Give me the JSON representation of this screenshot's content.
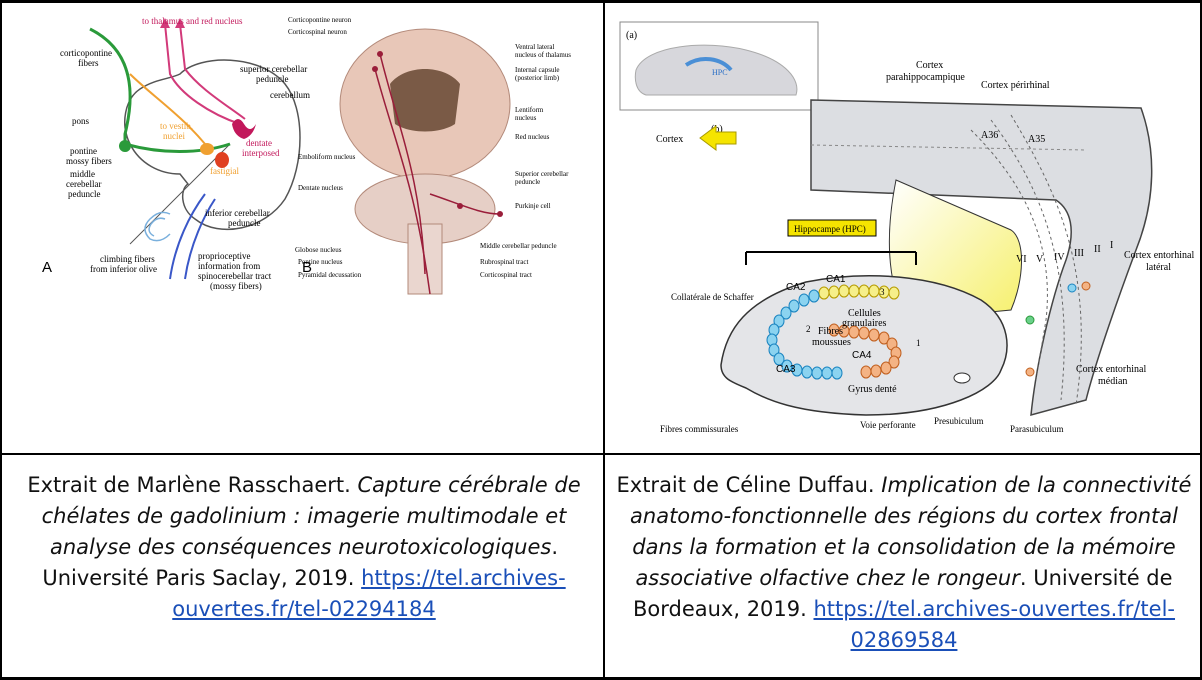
{
  "left_figure": {
    "panel_a": {
      "letter": "A",
      "labels": {
        "corticopontine": "corticopontine\nfibers",
        "to_thalamus": "to thalamus and red nucleus",
        "sup_cereb_ped": "superior cerebellar\npeduncle",
        "cerebellum": "cerebellum",
        "pons": "pons",
        "to_vestib": "to vestib.\nnuclei",
        "dentate": "dentate",
        "interposed": "interposed",
        "pontine_mossy": "pontine\nmossy fibers",
        "fastigial": "fastigial",
        "middle_ped": "middle\ncerebellar\npeduncle",
        "inferior_ped": "inferior cerebellar\npeduncle",
        "climbing": "climbing fibers\nfrom inferior olive",
        "proprioceptive": "proprioceptive\ninformation from\nspinocerebellar tract\n(mossy fibers)"
      }
    },
    "panel_b": {
      "letter": "B",
      "labels": {
        "corticopontine_neuron": "Corticopontine neuron",
        "corticospinal_neuron": "Corticospinal neuron",
        "ventral_lateral": "Ventral lateral\nnucleus of thalamus",
        "internal_capsule": "Internal capsule\n(posterior limb)",
        "lentiform": "Lentiform\nnucleus",
        "red_nucleus": "Red nucleus",
        "emboliform": "Emboliform nucleus",
        "superior_ped": "Superior cerebellar\npeduncle",
        "dentate_nucleus": "Dentate nucleus",
        "purkinje": "Purkinje cell",
        "globose": "Globose nucleus",
        "middle_ped": "Middle cerebellar peduncle",
        "pontine_nucleus": "Pontine nucleus",
        "rubrospinal": "Rubrospinal tract",
        "pyramidal": "Pyramidal decussation",
        "corticospinal_tract": "Corticospinal tract"
      }
    }
  },
  "right_figure": {
    "inset_label": "(a)",
    "inset_hpc": "HPC",
    "panel_label": "(b)",
    "labels": {
      "cortex": "Cortex",
      "parahippo": "Cortex\nparahippocampique",
      "perirhinal": "Cortex périrhinal",
      "a36": "A36",
      "a35": "A35",
      "hippocampe": "Hippocampe (HPC)",
      "ca1": "CA1",
      "ca2": "CA2",
      "ca3": "CA3",
      "ca4": "CA4",
      "schaffer": "Collatérale de Schaffer",
      "cellules": "Cellules\ngranulaires",
      "fibres_moussues": "Fibres\nmoussues",
      "gyrus": "Gyrus denté",
      "fibres_comm": "Fibres commissurales",
      "voie_perf": "Voie perforante",
      "presubiculum": "Presubiculum",
      "parasubiculum": "Parasubiculum",
      "ent_lateral": "Cortex entorhinal\nlatéral",
      "ent_median": "Cortex entorhinal\nmédian",
      "layers": [
        "VI",
        "V",
        "IV",
        "III",
        "II",
        "I"
      ],
      "num1": "1",
      "num2": "2",
      "num3": "3"
    }
  },
  "captions": {
    "left": {
      "prefix": "Extrait de Marlène Rasschaert. ",
      "title": "Capture cérébrale de chélates de gadolinium : imagerie multimodale et analyse des conséquences neurotoxicologiques",
      "suffix": ". Université Paris Saclay, 2019. ",
      "link": "https://tel.archives-ouvertes.fr/tel-02294184"
    },
    "right": {
      "prefix": "Extrait de Céline Duffau. ",
      "title": "Implication de la connectivité anatomo-fonctionnelle des régions du cortex frontal dans la formation et la consolidation de la mémoire associative olfactive chez le rongeur",
      "suffix": ". Université de Bordeaux, 2019. ",
      "link": "https://tel.archives-ouvertes.fr/tel-02869584"
    }
  }
}
